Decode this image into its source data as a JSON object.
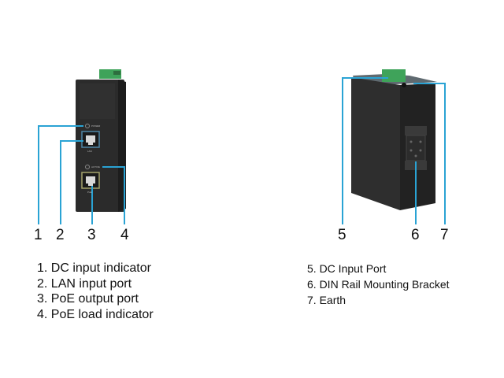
{
  "front_view": {
    "device_labels": {
      "power": "POWER",
      "lan": "LAN",
      "active": "ACTIVE",
      "poe": "PoE"
    },
    "callout_numbers": [
      "1",
      "2",
      "3",
      "4"
    ]
  },
  "side_view": {
    "callout_numbers": [
      "5",
      "6",
      "7"
    ]
  },
  "legend_left": [
    "1. DC input indicator",
    "2. LAN input port",
    "3. PoE output port",
    "4. PoE load indicator"
  ],
  "legend_right": [
    "5. DC Input Port",
    "6. DIN Rail Mounting Bracket",
    "7. Earth"
  ],
  "colors": {
    "callout_line": "#2aa3d4",
    "device_body": "#2b2b2b",
    "terminal_block": "#3fa35a",
    "lan_port_frame": "#4e86a6",
    "poe_port_frame": "#a3a26a"
  }
}
